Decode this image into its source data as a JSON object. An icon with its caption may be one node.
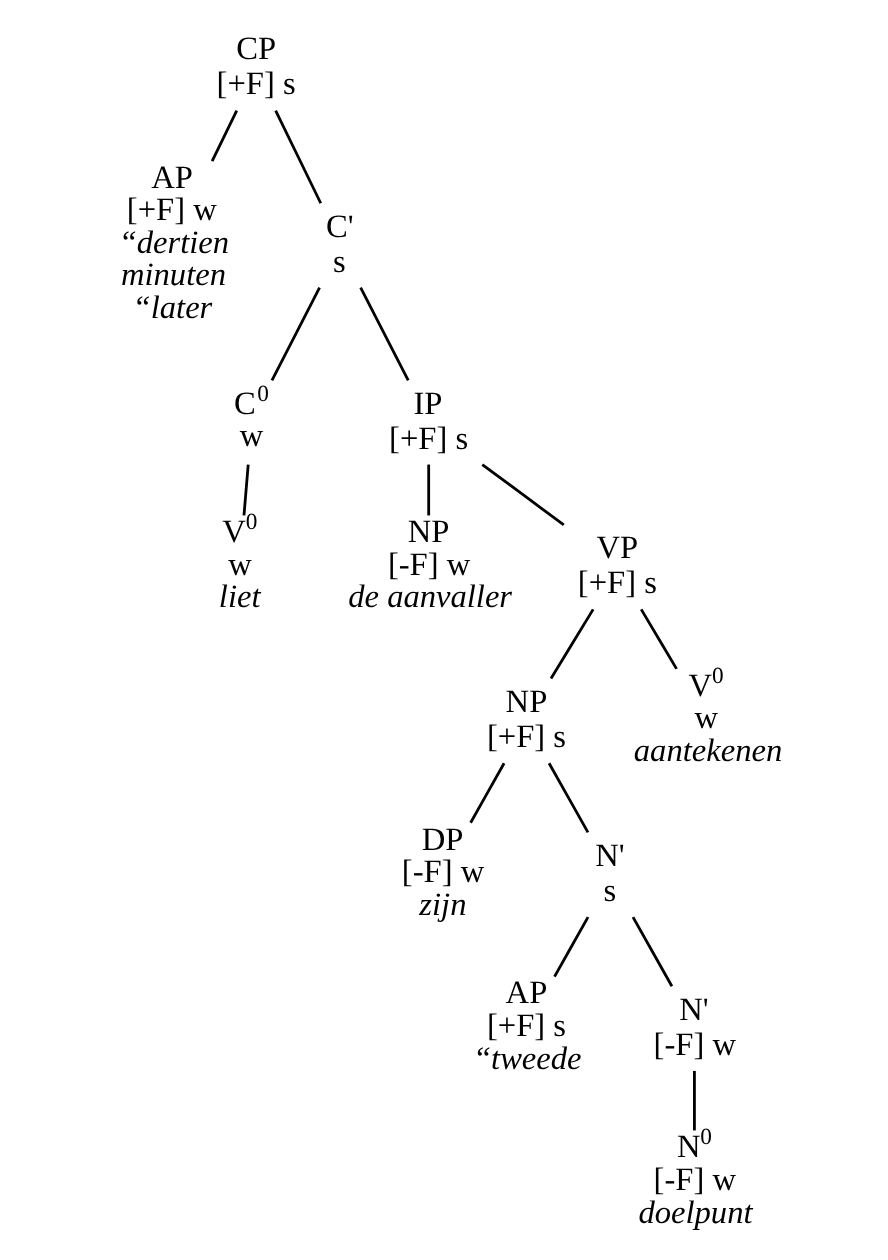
{
  "diagram": {
    "nodes": [
      {
        "text": [
          "CP",
          "[+F] s"
        ]
      },
      {
        "text": [
          "AP",
          "[+F] w",
          "“dertien minuten “later"
        ]
      },
      {
        "text": [
          "C'",
          "s"
        ]
      },
      {
        "text": [
          "C$^{0}$",
          "w"
        ]
      },
      {
        "text": [
          "V$^{0}$",
          "w",
          "liet"
        ]
      },
      {
        "text": [
          "IP",
          "[+F] s"
        ]
      },
      {
        "text": [
          "NP",
          "[-F] w",
          "de aanvaller"
        ]
      },
      {
        "text": [
          "VP",
          "[+F] s"
        ]
      },
      {
        "text": [
          "NP",
          "[+F] s"
        ]
      },
      {
        "text": [
          "V$^{0}$",
          "w",
          "aantekenen"
        ]
      },
      {
        "text": [
          "DP",
          "[-F] w",
          "zijn"
        ]
      },
      {
        "text": [
          "N'",
          "s"
        ]
      },
      {
        "text": [
          "AP",
          "[+F] s",
          "“tweede"
        ]
      },
      {
        "text": [
          "N'",
          "[-F] w"
        ]
      },
      {
        "text": [
          "N$^{0}$",
          "[-F] w",
          "doelpunt"
        ]
      }
    ],
    "edges": [
      {
        "from": 0,
        "to": 1,
        "arrow": "none"
      },
      {
        "from": 0,
        "to": 2,
        "arrow": "none"
      },
      {
        "from": 2,
        "to": 3,
        "arrow": "none"
      },
      {
        "from": 3,
        "to": 4,
        "arrow": "none"
      },
      {
        "from": 2,
        "to": 5,
        "arrow": "none"
      },
      {
        "from": 5,
        "to": 6,
        "arrow": "none"
      },
      {
        "from": 5,
        "to": 7,
        "arrow": "none"
      },
      {
        "from": 7,
        "to": 8,
        "arrow": "none"
      },
      {
        "from": 7,
        "to": 9,
        "arrow": "none"
      },
      {
        "from": 8,
        "to": 10,
        "arrow": "none"
      },
      {
        "from": 8,
        "to": 11,
        "arrow": "none"
      },
      {
        "from": 11,
        "to": 12,
        "arrow": "none"
      },
      {
        "from": 11,
        "to": 13,
        "arrow": "none"
      },
      {
        "from": 13,
        "to": 14,
        "arrow": "none"
      }
    ]
  }
}
